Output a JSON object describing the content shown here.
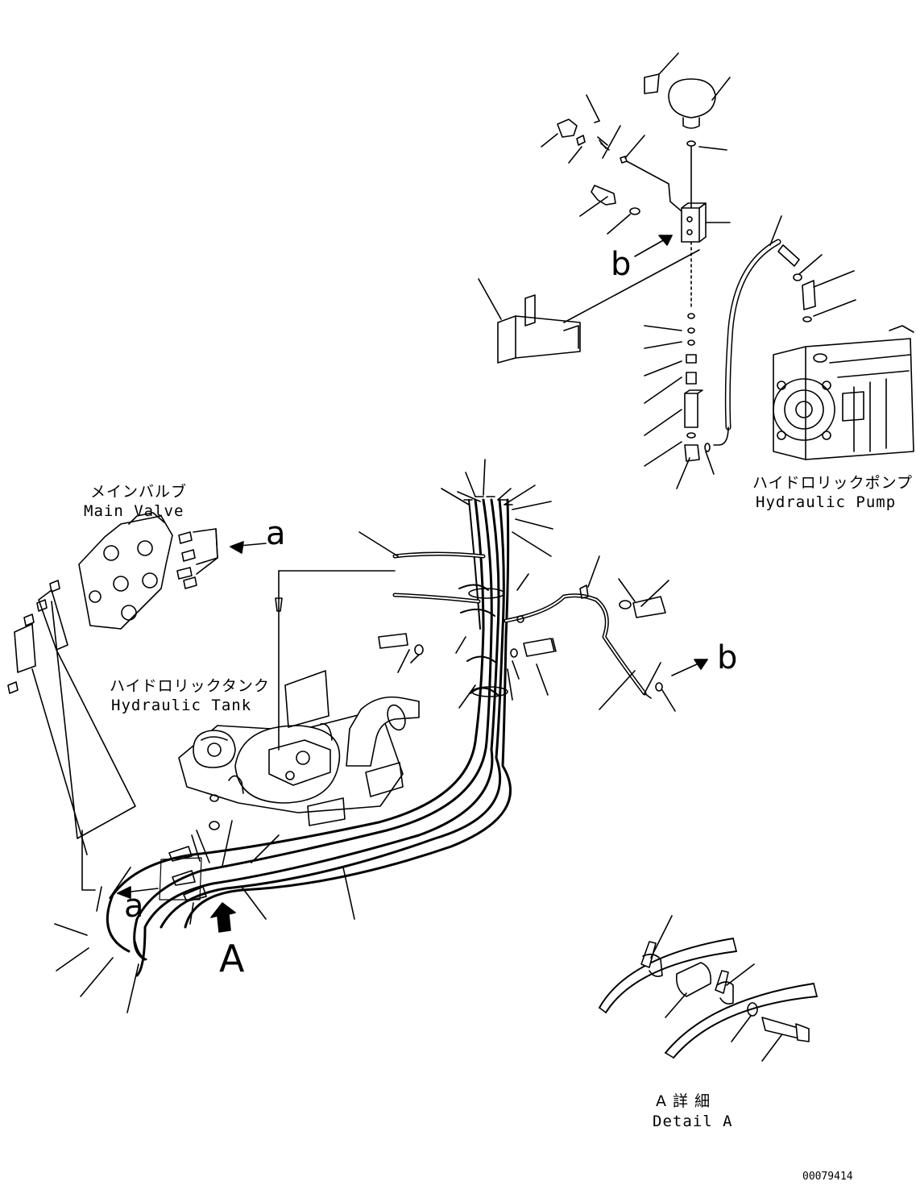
{
  "labels": {
    "main_valve_jp": "メインバルブ",
    "main_valve_en": "Main Valve",
    "hydraulic_tank_jp": "ハイドロリックタンク",
    "hydraulic_tank_en": "Hydraulic Tank",
    "hydraulic_pump_jp": "ハイドロリックポンプ",
    "hydraulic_pump_en": "Hydraulic Pump",
    "detail_jp": "A 詳 細",
    "detail_en": "Detail A"
  },
  "refs": {
    "a_top": "a",
    "a_bottom": "a",
    "b_top": "b",
    "b_right": "b",
    "view_a": "A"
  },
  "doc_number": "00079414"
}
